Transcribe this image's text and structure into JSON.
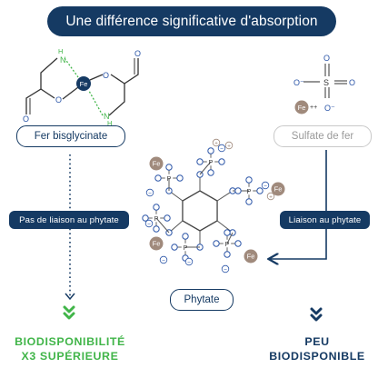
{
  "title": "Une différence significative d'absorption",
  "left": {
    "label": "Fer bisglycinate",
    "arrow_label": "Pas de liaison au phytate",
    "result_line1": "BIODISPONIBILITÉ",
    "result_line2": "X3 SUPÉRIEURE"
  },
  "right": {
    "label": "Sulfate de fer",
    "arrow_label": "Liaison au phytate",
    "result_line1": "PEU",
    "result_line2": "BIODISPONIBLE"
  },
  "center": {
    "label": "Phytate"
  },
  "atoms": {
    "iron": "Fe",
    "oxygen": "O",
    "nitrogen": "N",
    "hydrogen": "H",
    "phosphorus": "P",
    "sulfur": "S"
  },
  "charges": {
    "minus": "−",
    "plus": "+",
    "fe_2plus": "++",
    "o_minus": "O⁻"
  },
  "colors": {
    "navy": "#153a63",
    "green": "#41b549",
    "oxygen_blue": "#2c56a8",
    "iron_brown": "#a08a7c",
    "gray_text": "#9a9a9a"
  }
}
